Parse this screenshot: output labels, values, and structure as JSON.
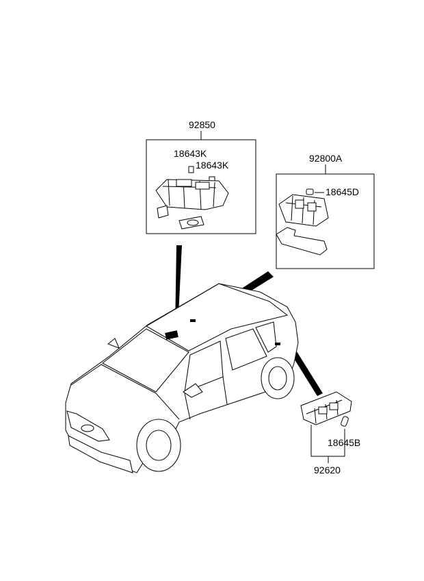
{
  "labels": {
    "overhead_lamp_assy": "92850",
    "bulb_1": "18643K",
    "bulb_2": "18643K",
    "room_lamp_assy": "92800A",
    "room_lamp_bulb": "18645D",
    "luggage_lamp_assy": "92620",
    "luggage_lamp_bulb": "18645B"
  }
}
